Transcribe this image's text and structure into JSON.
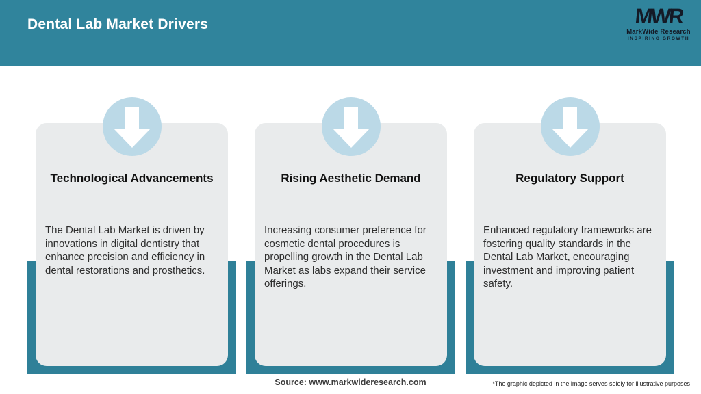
{
  "header": {
    "title": "Dental Lab Market Drivers"
  },
  "logo": {
    "monogram": "MWR",
    "name": "MarkWide Research",
    "tagline": "INSPIRING GROWTH"
  },
  "cards": [
    {
      "title": "Technological Advancements",
      "description": "The Dental Lab Market is driven by innovations in digital dentistry that enhance precision and efficiency in dental restorations and prosthetics."
    },
    {
      "title": "Rising Aesthetic Demand",
      "description": "Increasing consumer preference for cosmetic dental procedures is propelling growth in the Dental Lab Market as labs expand their service offerings."
    },
    {
      "title": "Regulatory Support",
      "description": "Enhanced regulatory frameworks are fostering quality standards in the Dental Lab Market, encouraging investment and improving patient safety."
    }
  ],
  "footer": {
    "source": "Source: www.markwideresearch.com",
    "disclaimer": "*The graphic depicted in the image serves solely for illustrative purposes"
  },
  "colors": {
    "header_teal": "#30849C",
    "shadow_teal": "#2F8098",
    "card_bg": "#E9EBEC",
    "circle_blue": "#BBD9E7",
    "arrow": "#FFFFFF",
    "logo_navy": "#141A26"
  },
  "icons": {
    "card_icon": "down-arrow-icon"
  }
}
